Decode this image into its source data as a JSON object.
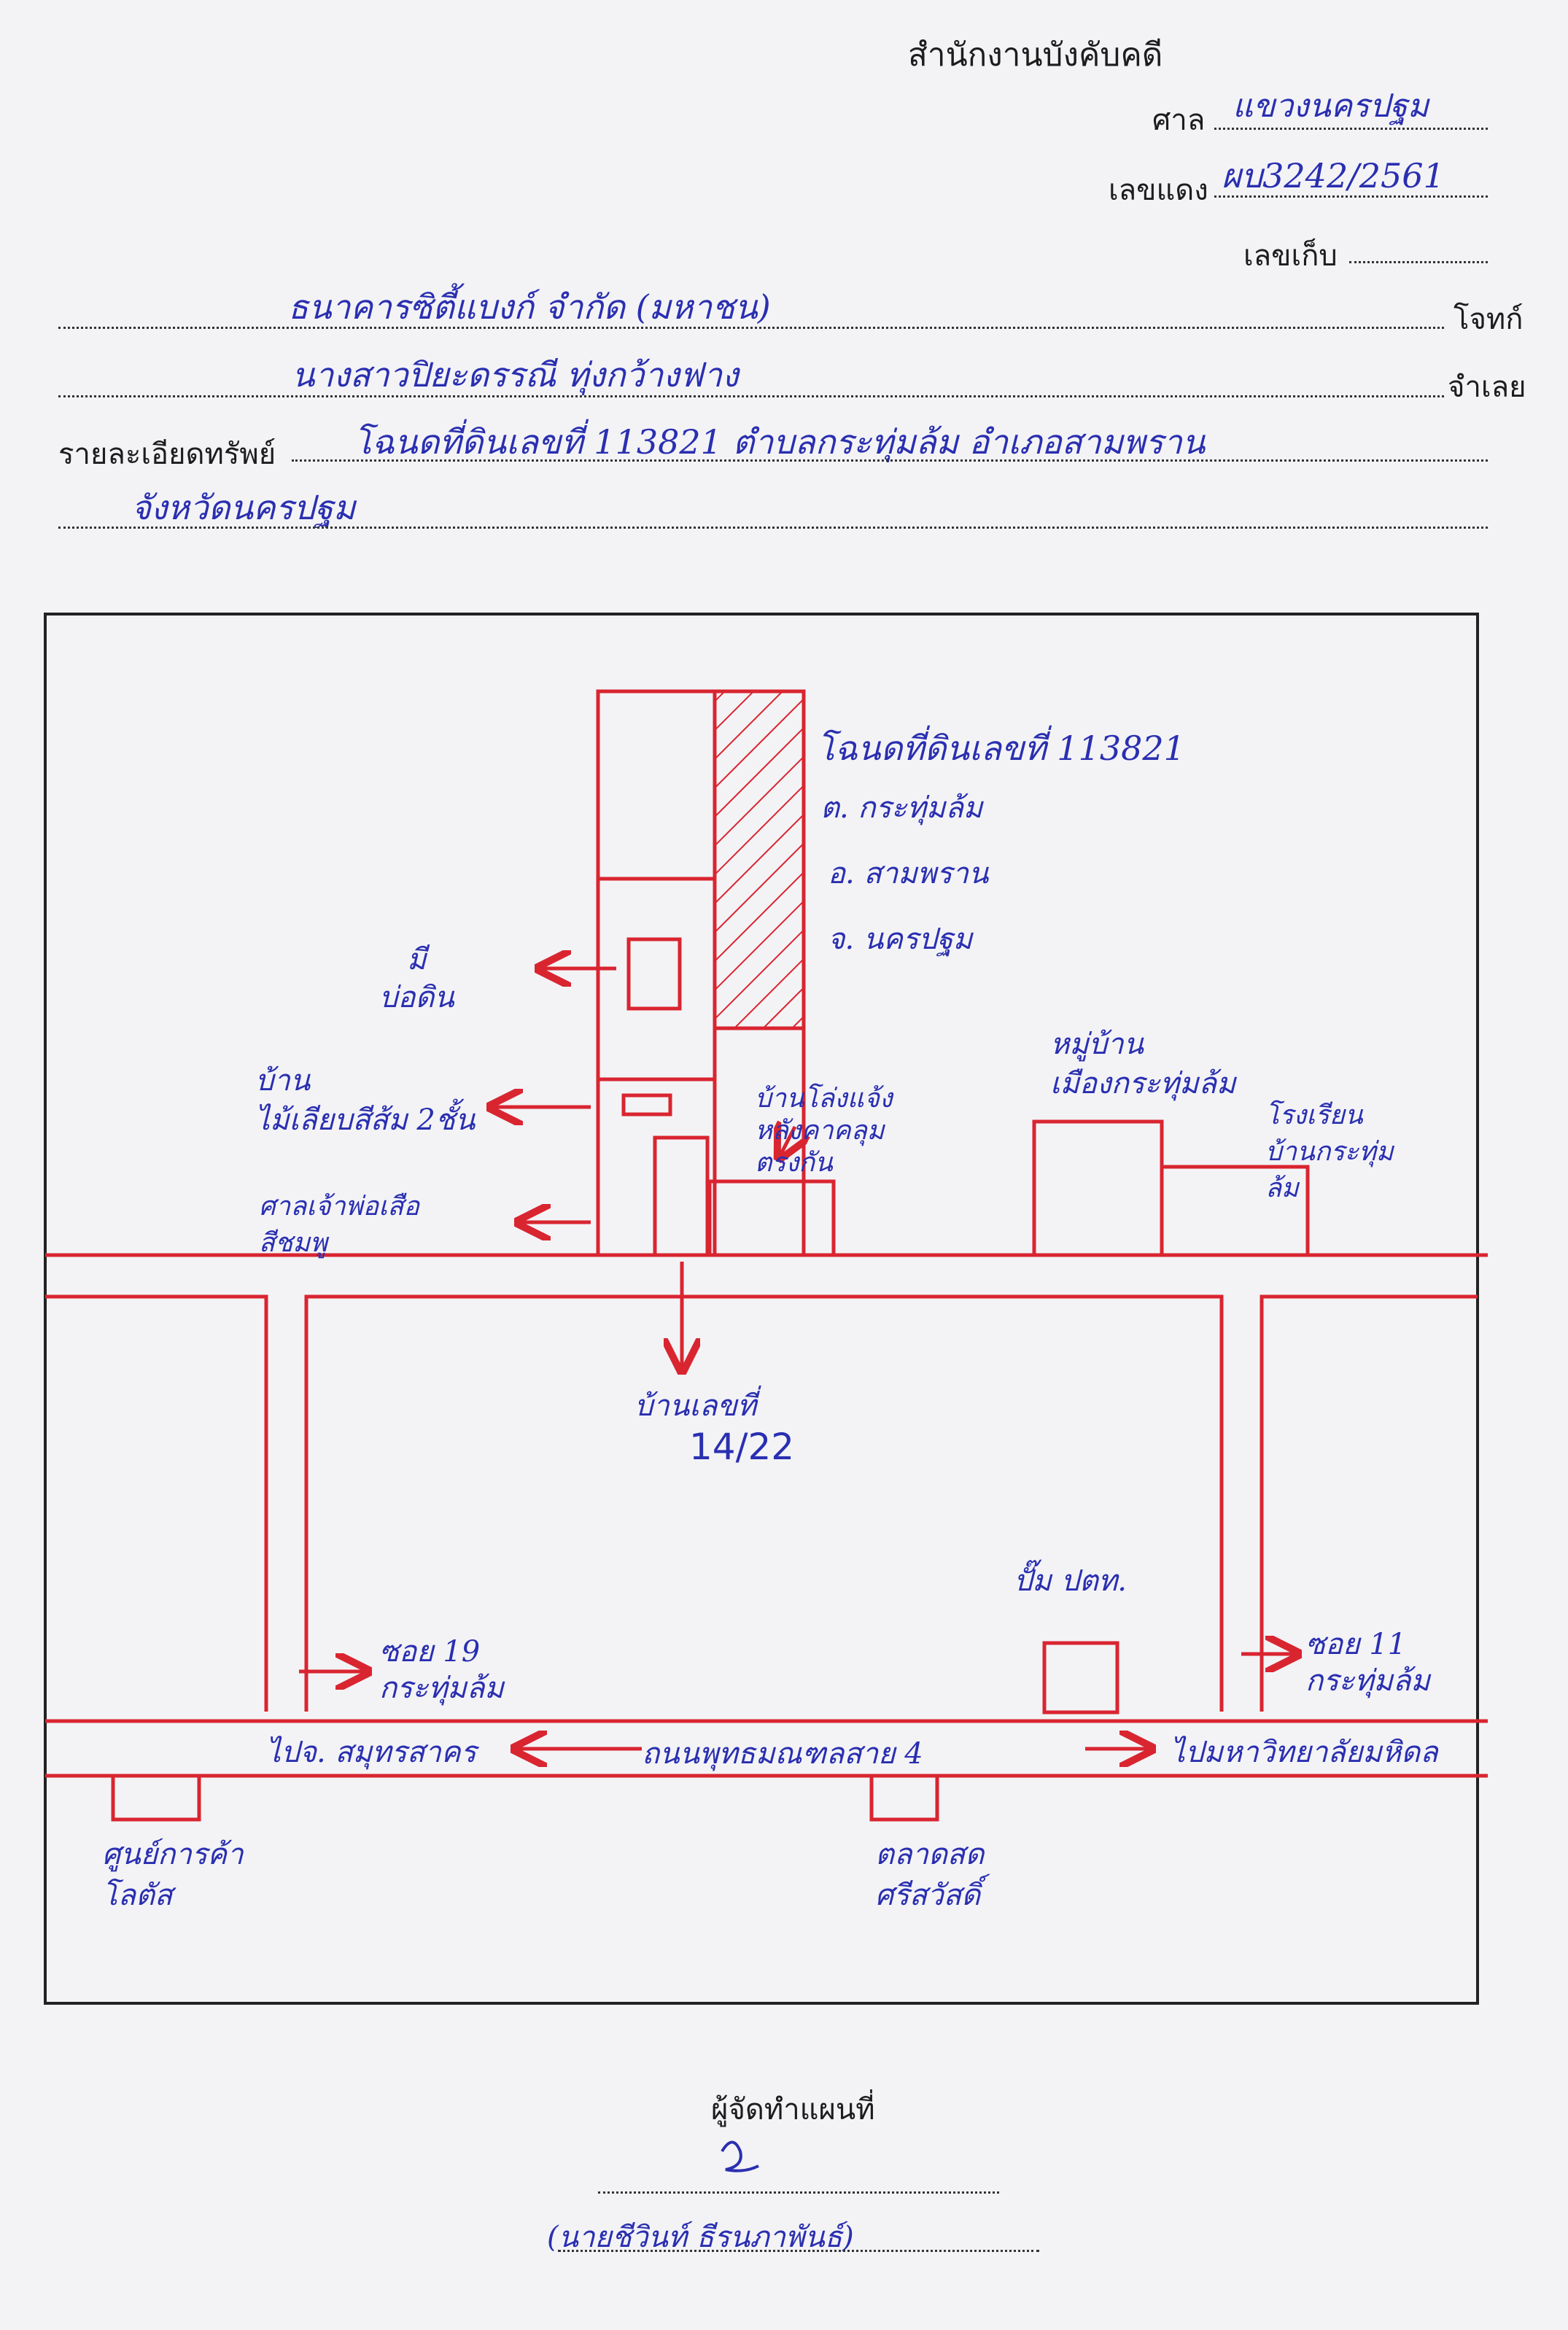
{
  "header": {
    "office": "สำนักงานบังคับคดี",
    "court_label": "ศาล",
    "court_value": "แขวงนครปฐม",
    "red_no_label": "เลขแดง",
    "red_no_value": "ผบ3242/2561",
    "file_no_label": "เลขเก็บ",
    "plaintiff_value": "ธนาคารซิตี้แบงก์ จำกัด (มหาชน)",
    "plaintiff_label": "โจทก์",
    "defendant_value": "นางสาวปิยะดรรณี ทุ่งกว้างฟาง",
    "defendant_label": "จำเลย",
    "property_label": "รายละเอียดทรัพย์",
    "property_line1": "โฉนดที่ดินเลขที่ 113821 ตำบลกระทุ่มล้ม อำเภอสามพราน",
    "property_line2": "จังหวัดนครปฐม"
  },
  "map": {
    "deed_title": "โฉนดที่ดินเลขที่ 113821",
    "tambon": "ต. กระทุ่มล้ม",
    "amphoe": "อ. สามพราน",
    "changwat": "จ. นครปฐม",
    "left_lot": "มี\nบ่อดิน",
    "house_left": "บ้าน\nไม้เลียบสีส้ม 2ชั้น",
    "bus_stop": "ศาลเจ้าพ่อเสือ\nสีชมพู",
    "adjacent_building": "บ้านโล่งแจ้ง\nหลังคาคลุม\nตรงกัน",
    "village_sign": "หมู่บ้าน\nเมืองกระทุ่มล้ม",
    "school": "โรงเรียน\nบ้านกระทุ่ม\nล้ม",
    "house_no_label": "บ้านเลขที่",
    "house_no": "14/22",
    "ptt": "ปั๊ม ปตท.",
    "soi_19": "ซอย 19\nกระทุ่มล้ม",
    "soi_11": "ซอย 11\nกระทุ่มล้ม",
    "to_samut_sakhon": "ไปจ. สมุทรสาคร",
    "main_road": "ถนนพุทธมณฑลสาย 4",
    "to_mahidol": "ไปมหาวิทยาลัยมหิดล",
    "mall": "ศูนย์การค้า\nโลตัส",
    "market": "ตลาดสด\nศรีสวัสดิ์"
  },
  "footer": {
    "maker_label": "ผู้จัดทำแผนที่",
    "signature_name": "(นายชีวินท์ ธีรนภาพันธ์)"
  },
  "colors": {
    "ink_blue": "#2a2fb0",
    "ink_red": "#d92530",
    "print": "#1d1d1d"
  }
}
